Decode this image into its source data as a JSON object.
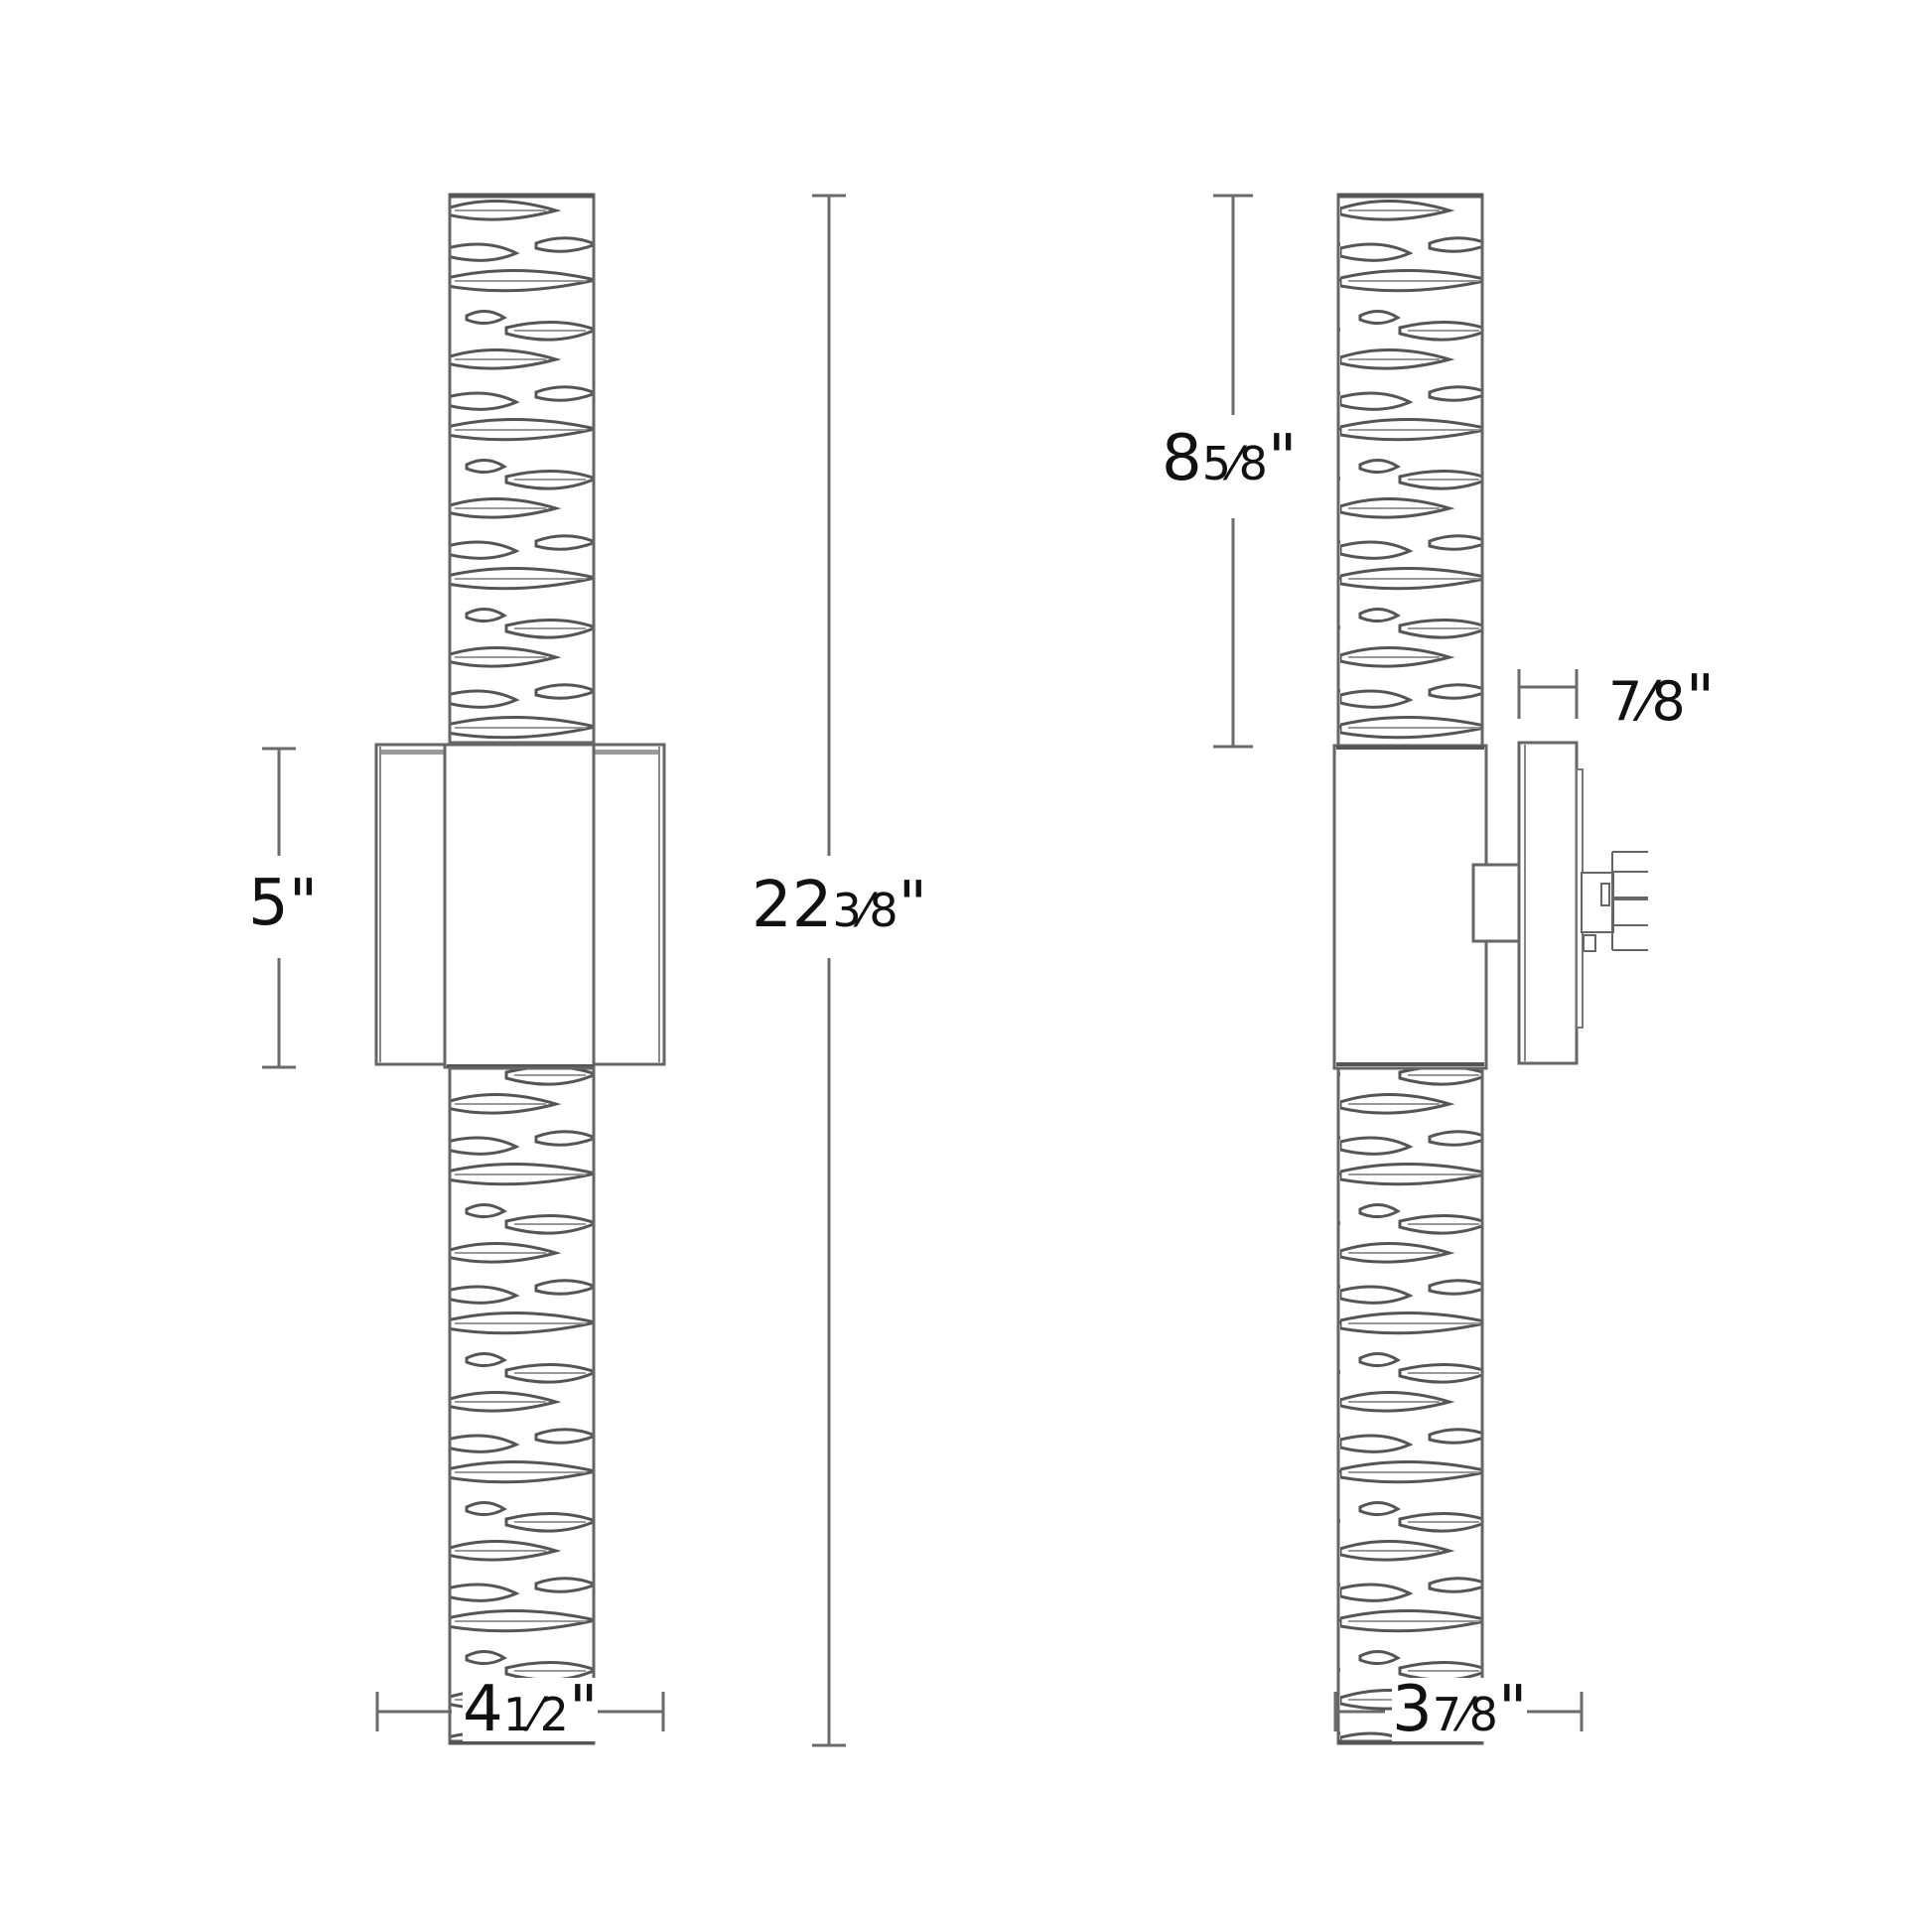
{
  "drawing": {
    "type": "dimension-drawing",
    "subject": "double-tube wall sconce",
    "views": [
      {
        "name": "front-view"
      },
      {
        "name": "side-view"
      }
    ],
    "line_color": "#6b6b6b",
    "text_color": "#111111"
  },
  "dimensions": {
    "front_housing_height": {
      "whole": "5",
      "frac": "",
      "inch": "\"",
      "text": "5\""
    },
    "front_overall_height": {
      "whole": "22",
      "frac": "3⁄8",
      "inch": "\"",
      "text": "22 3/8\""
    },
    "front_width": {
      "whole": "4",
      "frac": "1⁄2",
      "inch": "\"",
      "text": "4 1/2\""
    },
    "side_tube_height": {
      "whole": "8",
      "frac": "5⁄8",
      "inch": "\"",
      "text": "8 5/8\""
    },
    "side_backplate_depth": {
      "whole": "",
      "frac": "7⁄8",
      "inch": "\"",
      "text": "7/8\""
    },
    "side_depth": {
      "whole": "3",
      "frac": "7⁄8",
      "inch": "\"",
      "text": "3 7/8\""
    }
  }
}
